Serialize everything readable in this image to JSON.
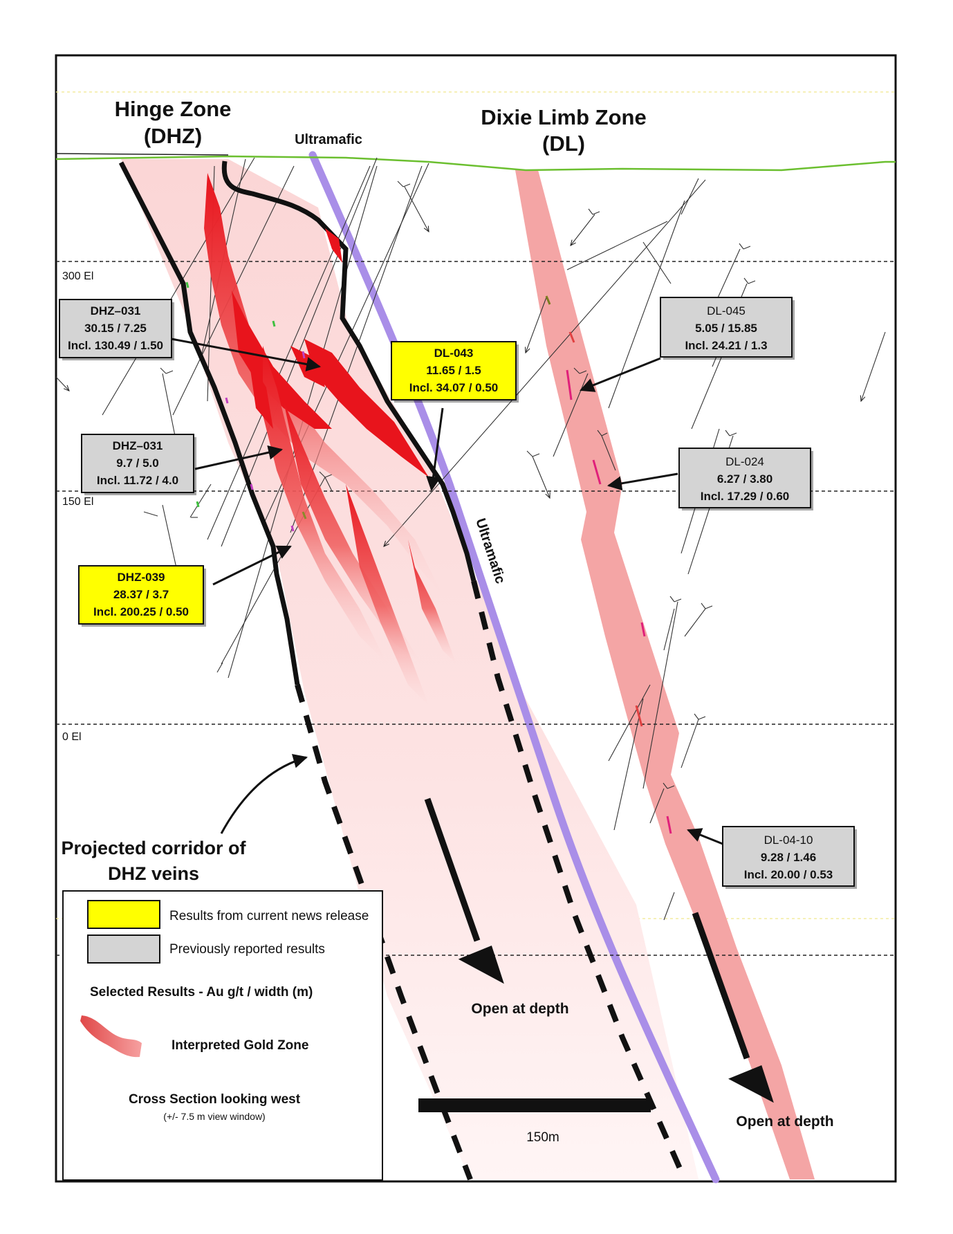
{
  "zones": {
    "hinge": {
      "line1": "Hinge Zone",
      "line2": "(DHZ)"
    },
    "dixie": {
      "line1": "Dixie Limb Zone",
      "line2": "(DL)"
    }
  },
  "ultramafic_labels": [
    "Ultramafic",
    "Ultramafic"
  ],
  "elevations": [
    "300 El",
    "150 El",
    "0 El"
  ],
  "results": [
    {
      "id": "DHZ–031",
      "value": "30.15 / 7.25",
      "incl": "Incl. 130.49 / 1.50",
      "status": "previous"
    },
    {
      "id": "DHZ–031",
      "value": "9.7 / 5.0",
      "incl": "Incl. 11.72 / 4.0",
      "status": "previous"
    },
    {
      "id": "DHZ-039",
      "value": "28.37 / 3.7",
      "incl": "Incl. 200.25 / 0.50",
      "status": "current"
    },
    {
      "id": "DL-043",
      "value": "11.65 / 1.5",
      "incl": "Incl. 34.07 / 0.50",
      "status": "current"
    },
    {
      "id": "DL-045",
      "value": "5.05 / 15.85",
      "incl": "Incl. 24.21 / 1.3",
      "status": "previous"
    },
    {
      "id": "DL-024",
      "value": "6.27 / 3.80",
      "incl": "Incl. 17.29 / 0.60",
      "status": "previous"
    },
    {
      "id": "DL-04-10",
      "value": "9.28 / 1.46",
      "incl": "Incl. 20.00 / 0.53",
      "status": "previous"
    }
  ],
  "projected": {
    "line1": "Projected corridor of",
    "line2": "DHZ veins"
  },
  "open_at_depth": [
    "Open at depth",
    "Open at depth"
  ],
  "scale_bar": "150m",
  "legend": {
    "current": "Results from current news release",
    "previous": "Previously reported results",
    "selected": "Selected Results - Au g/t / width (m)",
    "gold_zone": "Interpreted Gold Zone",
    "cross_section": "Cross Section looking west",
    "view_window": "(+/- 7.5 m view window)"
  },
  "colors": {
    "current": "#ffff00",
    "previous": "#d4d4d4",
    "gold_zone": "#ee2020",
    "dl_zone": "#f4a5a5",
    "ultramafic": "#a98ee8",
    "surface": "#6bbf2f"
  }
}
